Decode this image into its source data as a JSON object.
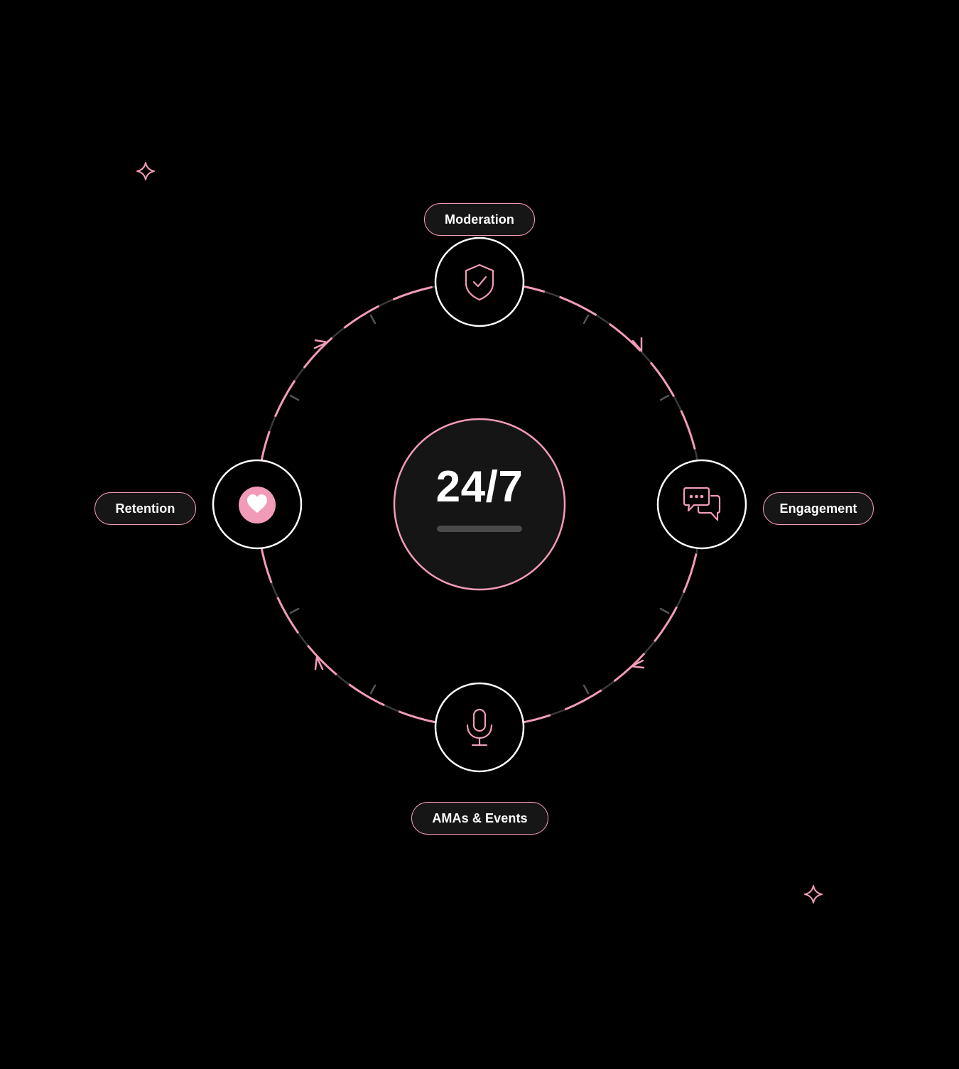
{
  "center": {
    "value": "24/7"
  },
  "nodes": [
    {
      "id": "moderation",
      "label": "Moderation",
      "icon": "shield-check-icon"
    },
    {
      "id": "engagement",
      "label": "Engagement",
      "icon": "chat-bubbles-icon"
    },
    {
      "id": "amas",
      "label": "AMAs & Events",
      "icon": "microphone-icon"
    },
    {
      "id": "retention",
      "label": "Retention",
      "icon": "heart-icon"
    }
  ],
  "colors": {
    "background": "#000000",
    "accent_pink": "#f29bb8",
    "node_stroke": "#ffffff",
    "ring_dark": "#3a3a3a",
    "center_fill": "#151515",
    "pill_fill": "#161616",
    "progress_track": "#4a4a4a"
  },
  "decorations": [
    "sparkle-icon",
    "sparkle-icon"
  ]
}
